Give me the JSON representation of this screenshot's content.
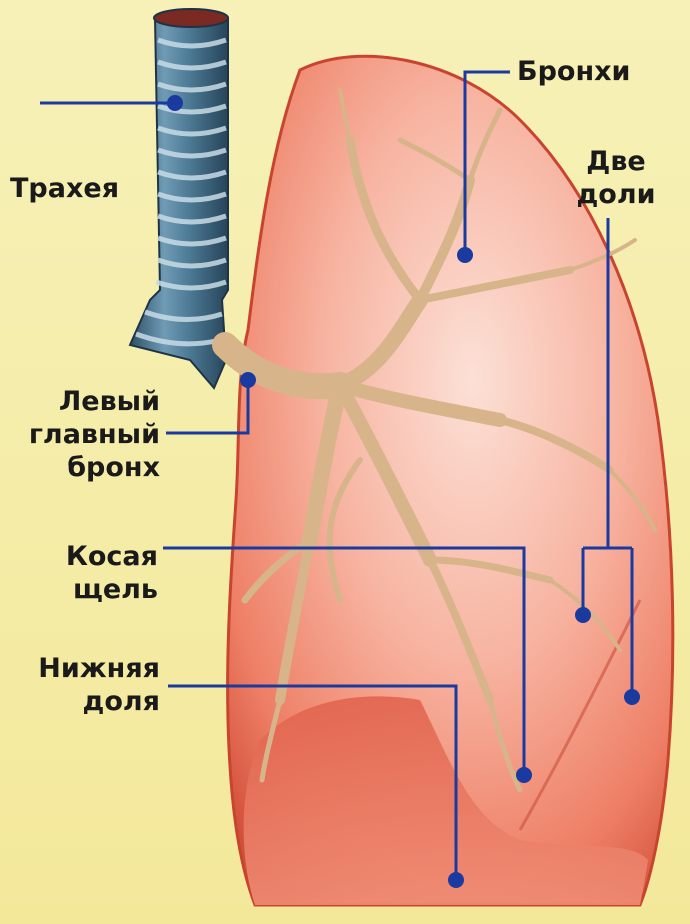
{
  "labels": {
    "trachea": "Трахея",
    "bronchi": "Бронхи",
    "two_lobes": [
      "Две",
      "доли"
    ],
    "left_main_bronchus": [
      "Левый",
      "главный",
      "бронх"
    ],
    "oblique_fissure": [
      "Косая",
      "щель"
    ],
    "lower_lobe": [
      "Нижняя",
      "доля"
    ]
  },
  "colors": {
    "background": "#f6eea8",
    "lung": "#f39a80",
    "lung_edge": "#c9442f",
    "bronchi": "#d8b48a",
    "trachea": "#4d7a95",
    "leader_line": "#1a3aa0",
    "label_text": "#1a1a1a"
  }
}
